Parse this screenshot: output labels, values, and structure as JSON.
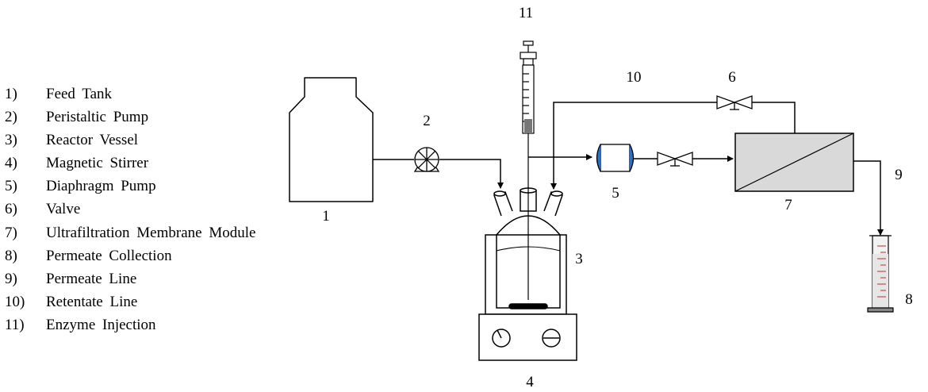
{
  "legend": [
    {
      "num": "1)",
      "label": "Feed Tank"
    },
    {
      "num": "2)",
      "label": "Peristaltic Pump"
    },
    {
      "num": "3)",
      "label": "Reactor Vessel"
    },
    {
      "num": "4)",
      "label": "Magnetic Stirrer"
    },
    {
      "num": "5)",
      "label": "Diaphragm Pump"
    },
    {
      "num": "6)",
      "label": "Valve"
    },
    {
      "num": "7)",
      "label": "Ultrafiltration Membrane Module"
    },
    {
      "num": "8)",
      "label": "Permeate Collection"
    },
    {
      "num": "9)",
      "label": "Permeate Line"
    },
    {
      "num": "10)",
      "label": "Retentate Line"
    },
    {
      "num": "11)",
      "label": "Enzyme Injection"
    }
  ],
  "callouts": {
    "feed_tank": "1",
    "peristaltic_pump": "2",
    "reactor_vessel": "3",
    "magnetic_stirrer": "4",
    "diaphragm_pump": "5",
    "valve": "6",
    "membrane_module": "7",
    "permeate_collection": "8",
    "permeate_line": "9",
    "retentate_line": "10",
    "enzyme_injection": "11"
  },
  "colors": {
    "line": "#000000",
    "membrane_fill": "#d9d9d9",
    "pump_accent": "#2e6fc4",
    "cylinder_marks": "#c0504d"
  }
}
